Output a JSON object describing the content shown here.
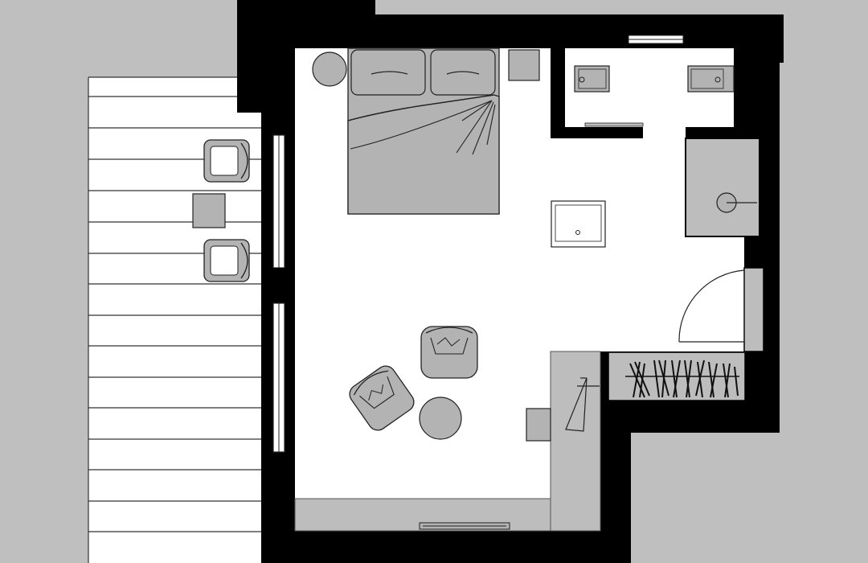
{
  "colors": {
    "background": "#bfbfbf",
    "wall": "#000000",
    "floor": "#ffffff",
    "furniture": "#b3b3b3",
    "furniture_stroke": "#222222",
    "deck": "#ffffff",
    "deck_line": "#333333"
  },
  "zones": [
    {
      "name": "terrace-deck"
    },
    {
      "name": "bedroom-floor"
    },
    {
      "name": "bathroom"
    },
    {
      "name": "walk-in-closet"
    },
    {
      "name": "corridor-vanity"
    }
  ],
  "furniture": [
    {
      "name": "double-bed",
      "icon": "bed-icon"
    },
    {
      "name": "pillow-left",
      "icon": "pillow-icon"
    },
    {
      "name": "pillow-right",
      "icon": "pillow-icon"
    },
    {
      "name": "nightstand-round",
      "icon": "round-table-icon"
    },
    {
      "name": "nightstand-square",
      "icon": "square-table-icon"
    },
    {
      "name": "bathroom-sink-left",
      "icon": "sink-icon"
    },
    {
      "name": "bathroom-sink-right",
      "icon": "sink-icon"
    },
    {
      "name": "shower-tray",
      "icon": "shower-icon"
    },
    {
      "name": "toilet-basin",
      "icon": "toilet-icon"
    },
    {
      "name": "vanity-sink",
      "icon": "sink-icon"
    },
    {
      "name": "entry-door",
      "icon": "door-swing-icon"
    },
    {
      "name": "clothes-rail",
      "icon": "hangers-icon"
    },
    {
      "name": "desk",
      "icon": "desk-icon"
    },
    {
      "name": "desk-chair",
      "icon": "chair-icon"
    },
    {
      "name": "desk-lamp",
      "icon": "lamp-icon"
    },
    {
      "name": "armchair-left",
      "icon": "armchair-icon"
    },
    {
      "name": "armchair-right",
      "icon": "armchair-icon"
    },
    {
      "name": "coffee-table",
      "icon": "round-table-icon"
    },
    {
      "name": "tv-console",
      "icon": "tv-icon"
    },
    {
      "name": "terrace-chair-top",
      "icon": "chair-icon"
    },
    {
      "name": "terrace-chair-bottom",
      "icon": "chair-icon"
    },
    {
      "name": "terrace-side-table",
      "icon": "square-table-icon"
    },
    {
      "name": "window-strip-upper",
      "icon": "window-icon"
    },
    {
      "name": "window-strip-lower",
      "icon": "window-icon"
    },
    {
      "name": "window-top",
      "icon": "window-icon"
    }
  ]
}
